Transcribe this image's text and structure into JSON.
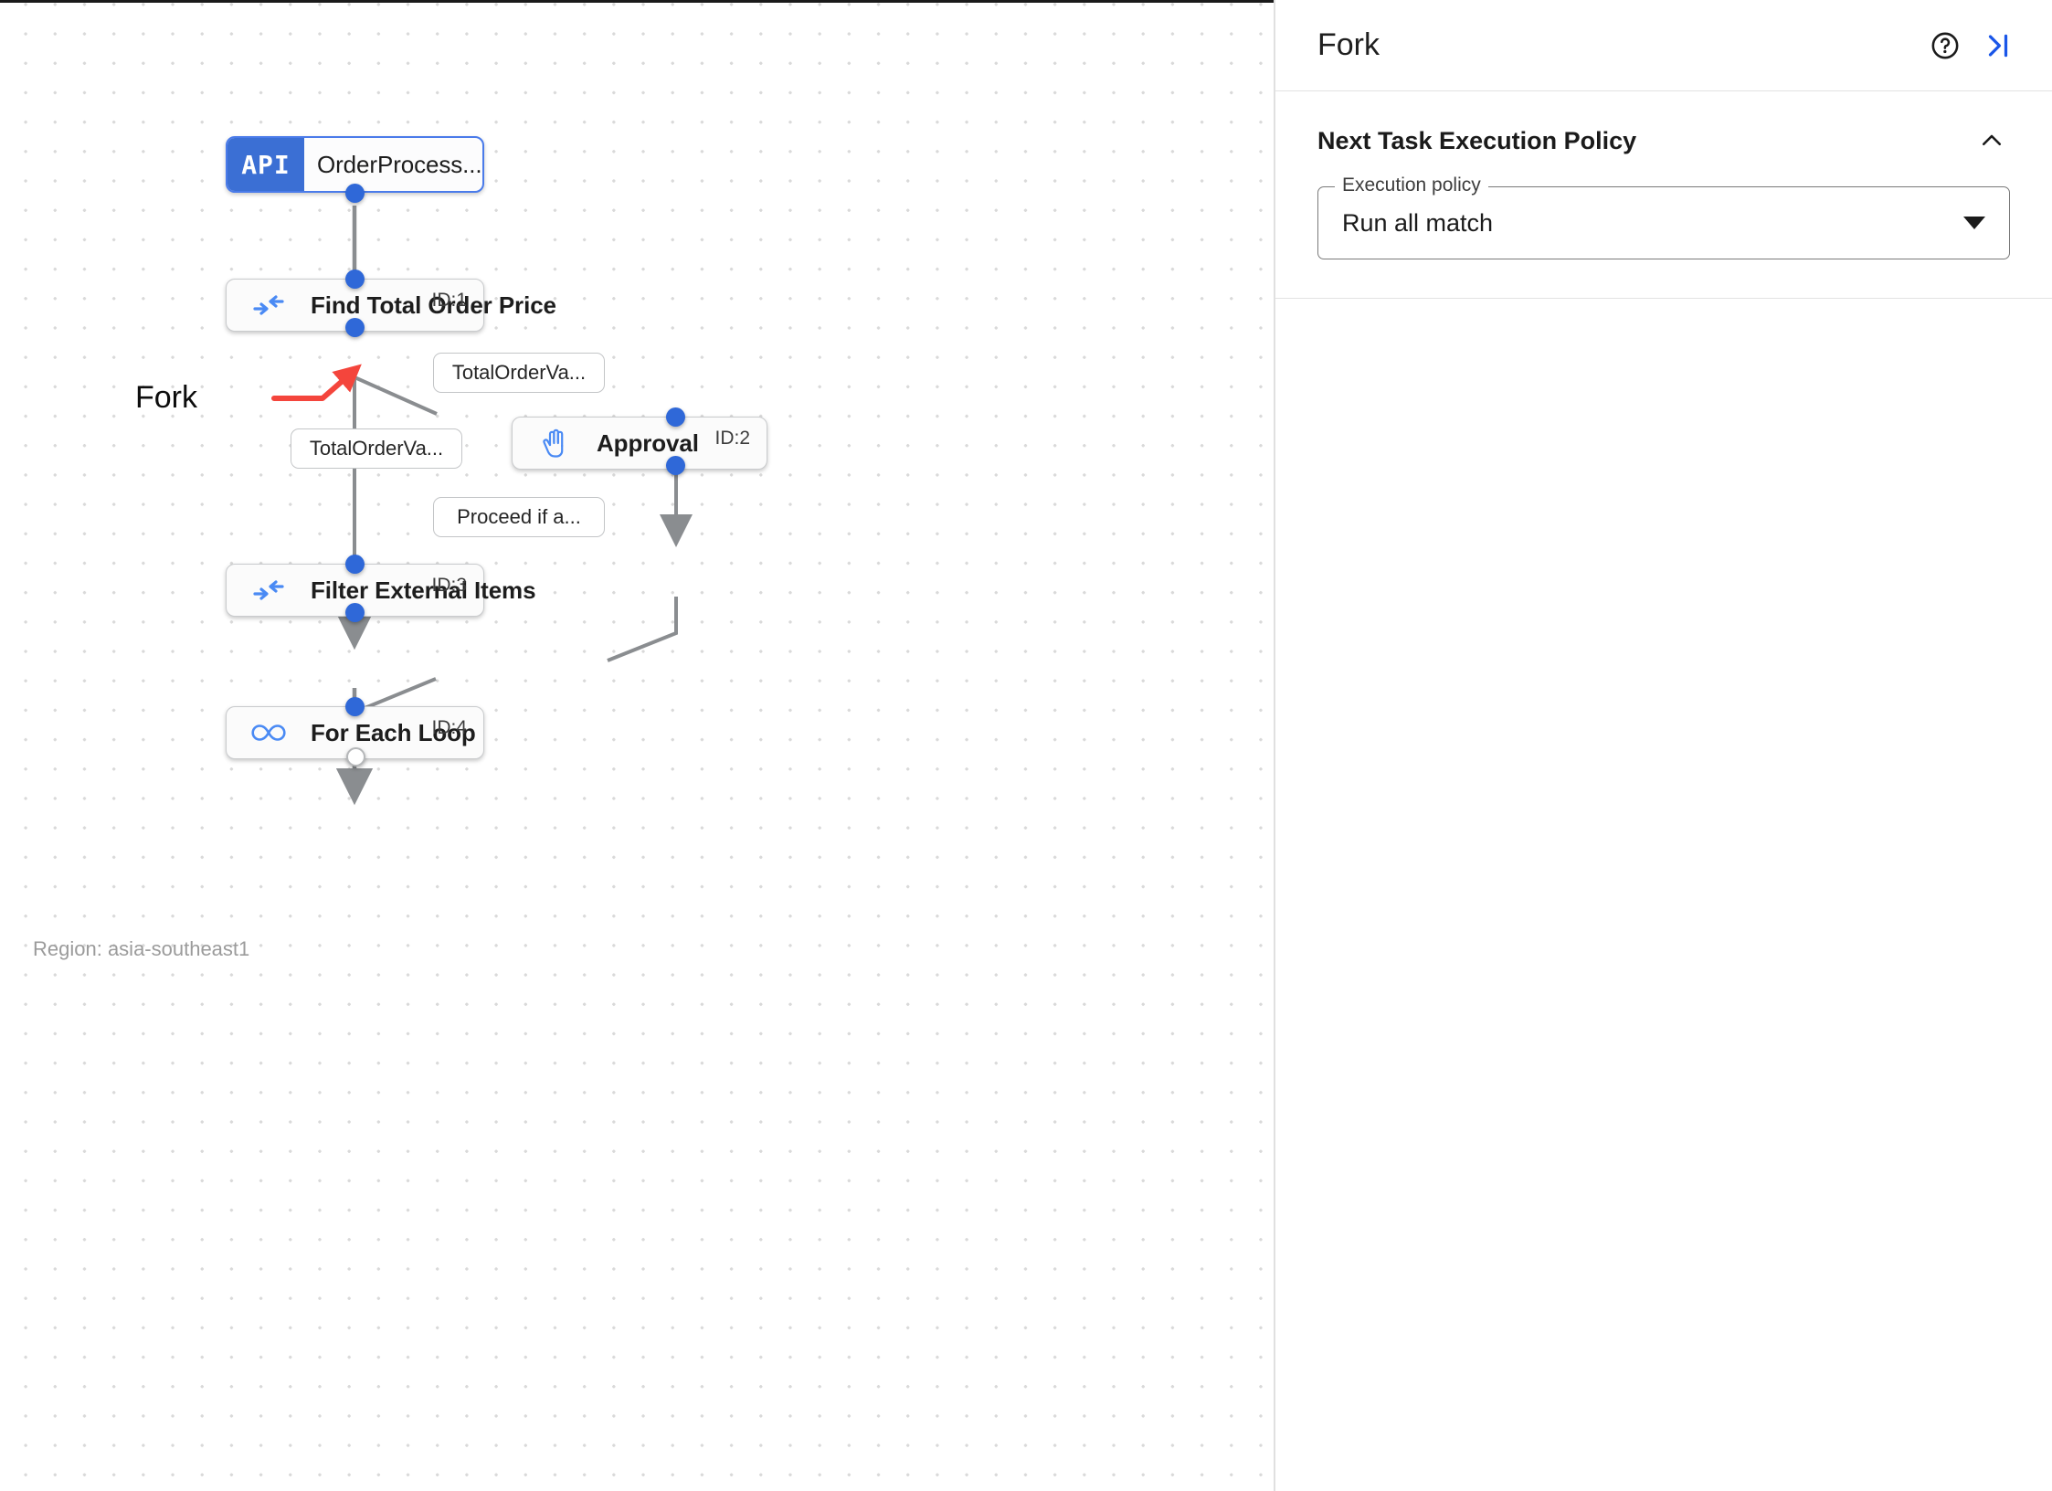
{
  "canvas": {
    "region_caption": "Region: asia-southeast1",
    "annotation": {
      "label": "Fork",
      "color": "#f4453c"
    },
    "nodes": [
      {
        "id": "n0",
        "title": "OrderProcess...",
        "badge": "API",
        "icon": "api-badge-icon",
        "id_label": "",
        "selected": true
      },
      {
        "id": "n1",
        "title": "Find Total Order Price",
        "icon": "converging-arrows-icon",
        "id_label": "ID:1",
        "selected": false
      },
      {
        "id": "n2",
        "title": "Approval",
        "icon": "hand-icon",
        "id_label": "ID:2",
        "selected": false
      },
      {
        "id": "n3",
        "title": "Filter External Items",
        "icon": "converging-arrows-icon",
        "id_label": "ID:3",
        "selected": false
      },
      {
        "id": "n4",
        "title": "For Each Loop",
        "icon": "infinity-icon",
        "id_label": "ID:4",
        "selected": false
      }
    ],
    "edge_labels": [
      {
        "id": "e0",
        "text": "TotalOrderVa..."
      },
      {
        "id": "e1",
        "text": "TotalOrderVa..."
      },
      {
        "id": "e2",
        "text": "Proceed if a..."
      }
    ]
  },
  "panel": {
    "title": "Fork",
    "help_icon": "help-circle-icon",
    "collapse_icon": "collapse-right-icon",
    "section": {
      "title": "Next Task Execution Policy",
      "collapse_icon": "chevron-up-icon",
      "field": {
        "legend": "Execution policy",
        "value": "Run all match",
        "caret_icon": "chevron-down-icon"
      }
    }
  },
  "colors": {
    "accent_blue": "#2f68d8",
    "api_badge": "#3b6fd4",
    "annotation_red": "#f4453c",
    "edge_gray": "#8a8d90"
  }
}
